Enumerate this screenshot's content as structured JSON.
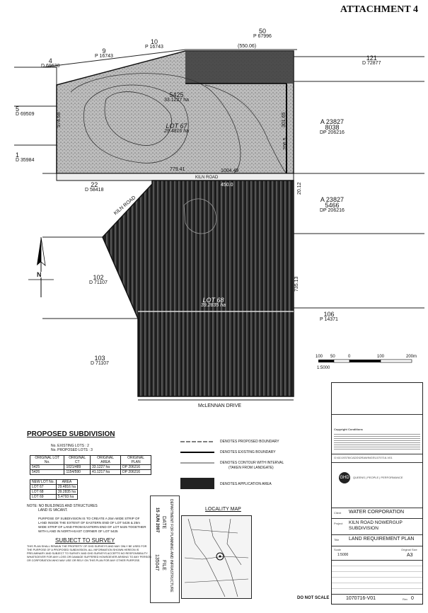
{
  "header": {
    "attachment": "ATTACHMENT 4"
  },
  "lots": {
    "l50": {
      "num": "50",
      "dp": "P 67996"
    },
    "l10": {
      "num": "10",
      "dp": "P 16743"
    },
    "l9": {
      "num": "9",
      "dp": "P 16743"
    },
    "l4": {
      "num": "4",
      "dp": "D 69630"
    },
    "l5": {
      "num": "5",
      "dp": "D 69509"
    },
    "l1": {
      "num": "1",
      "dp": "D 35984"
    },
    "l22": {
      "num": "22",
      "dp": "D 58418"
    },
    "l121": {
      "num": "121",
      "dp": "D 72877"
    },
    "a8038": {
      "num": "A 23827",
      "sub": "8038",
      "dp": "DP 206216"
    },
    "a5466": {
      "num": "A 23827",
      "sub": "5466",
      "dp": "DP 206216"
    },
    "l102": {
      "num": "102",
      "dp": "D 71107"
    },
    "l103": {
      "num": "103",
      "dp": "D 71107"
    },
    "l106": {
      "num": "106",
      "dp": "P 14371"
    },
    "l5425": {
      "num": "5425",
      "area": "33.1227 ha"
    },
    "lot67": {
      "name": "LOT 67",
      "area": "29.4816 ha"
    },
    "lot68": {
      "name": "LOT 68",
      "area": "39.2835 ha"
    }
  },
  "dims": {
    "top": "(550.06)",
    "left": "574.68",
    "right1": "301.65",
    "bottom1": "779.41",
    "bottom2": "1004.49",
    "right2": "20.12",
    "right3": "735.13",
    "small": "450.0",
    "mid": "206.5"
  },
  "roads": {
    "kiln_road": "KILN ROAD",
    "kiln_road2": "KILN ROAD",
    "mclennan": "McLENNAN DRIVE"
  },
  "scale_bar": {
    "ticks": [
      "100",
      "50",
      "0",
      "100",
      "200m"
    ],
    "ratio": "1:5000"
  },
  "north": "N",
  "proposed": {
    "title": "PROPOSED SUBDIVISION",
    "existing_lots": "No. EXISTING LOTS : 2",
    "proposed_lots": "No. PROPOSED LOTS : 3",
    "table1_headers": [
      "ORIGINAL LOT No.",
      "ORIGINAL CT",
      "ORIGINAL AREA",
      "ORIGINAL PLAN"
    ],
    "table1_rows": [
      [
        "5425",
        "1021/489",
        "33.1227 ha",
        "DP 206216"
      ],
      [
        "5426",
        "1154/590",
        "41.1217 ha",
        "DP 206216"
      ]
    ],
    "table2_headers": [
      "NEW LOT No.",
      "AREA"
    ],
    "table2_rows": [
      [
        "LOT 67",
        "29.4816 ha"
      ],
      [
        "LOT 68",
        "39.2835 ha"
      ],
      [
        "LOT 69",
        "5.4793 ha"
      ]
    ],
    "note1": "NOTE: NO BUILDINGS AND STRUCTURES",
    "note2": "LAND IS VACANT.",
    "purpose": "PURPOSE OF SUBDIVISION IS TO CREATE A 25m WIDE STRIP OF LAND INSIDE THE EXTENT OF EASTERN END OF LOT 5426 & 25m WIDE STRIP OF LAND FROM EASTERN END OF LOT 5425 TOGETHER WITH LAND IN NORTH-EAST CORNER OF LOT 5425",
    "survey_title": "SUBJECT TO SURVEY",
    "survey_text": "THIS PLAN SHALL REMAIN THE PROPERTY OF GHD SURVEYS AND MAY ONLY BE USED FOR THE PURPOSE OF A PROPOSED SUBDIVISION. ALL INFORMATION SHOWN HEREON IS PRELIMINARY AND SUBJECT TO SURVEY AND GHD SURVEYS ACCEPTS NO RESPONSIBILITY WHATSOEVER FOR ANY LOSS OR DAMAGE SUFFERED HOWSOEVER ARISING TO ANY PERSON OR CORPORATION WHO MAY USE OR RELY ON THIS PLAN FOR ANY OTHER PURPOSE."
  },
  "legend": {
    "items": [
      "DENOTES PROPOSED BOUNDARY",
      "DENOTES EXISTING BOUNDARY",
      "DENOTES CONTOUR WITH INTERVAL",
      "DENOTES APPLICATION AREA"
    ],
    "contour_sub": "(TAKEN FROM LANDGATE)"
  },
  "stamp": {
    "dept": "DEPARTMENT FOR PLANNING AND INFRASTRUCTURE",
    "date_label": "DATE",
    "date": "15 JUN 2007",
    "file_label": "FILE",
    "file": "135047"
  },
  "locality": {
    "title": "LOCALITY MAP"
  },
  "titleblock": {
    "client_label": "Client",
    "client": "WATER CORPORATION",
    "project_label": "Project",
    "project": "KILN ROAD NOWERGUP SUBDIVISION",
    "title_label": "Title",
    "title": "LAND REQUIREMENT PLAN",
    "company": "QUEENS | PEOPLE | PERFORMANCE",
    "logo": "GHD",
    "scale_label": "Scale",
    "scale": "1:5000",
    "size_label": "Original Size",
    "size": "A3",
    "drawing_no": "1070716-V01",
    "rev_label": "Rev",
    "rev": "0",
    "do_not_scale": "DO NOT SCALE",
    "copyright_title": "Copyright Conditions",
    "file_path": "G:\\61\\19376\\CADD\\DRAWINGS\\1070716-V01"
  }
}
